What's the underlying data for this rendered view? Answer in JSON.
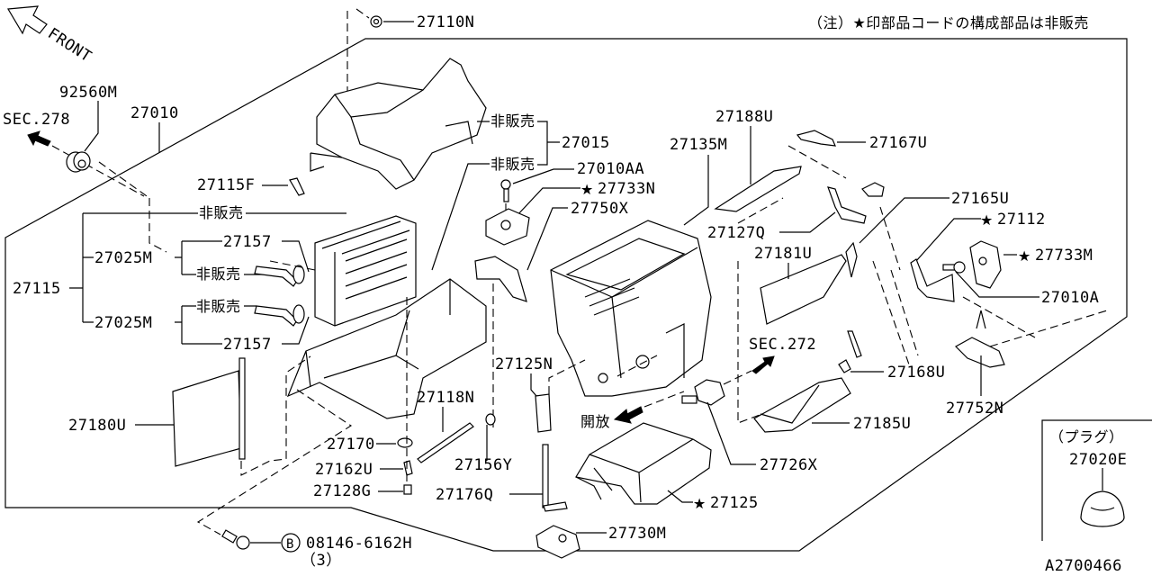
{
  "diagram": {
    "front_label": "FRONT",
    "note": "（注）★印部品コードの構成部品は非販売",
    "drawing_id": "A2700466",
    "open_label": "開放",
    "star": "★",
    "plug_box": {
      "title": "（プラグ）",
      "part": "27020E"
    },
    "bolt": {
      "circle_letter": "B",
      "part": "08146-6162H",
      "qty": "（3）"
    },
    "labels": {
      "sec278": "SEC.278",
      "sec272": "SEC.272",
      "p92560M": "92560M",
      "p27010": "27010",
      "p27110N": "27110N",
      "p27115F": "27115F",
      "p27115": "27115",
      "p27025M_a": "27025M",
      "p27025M_b": "27025M",
      "p27157_a": "27157",
      "p27157_b": "27157",
      "hihan_1": "非販売",
      "hihan_2": "非販売",
      "hihan_3": "非販売",
      "hihan_4": "非販売",
      "hihan_5": "非販売",
      "p27015": "27015",
      "p27010AA": "27010AA",
      "p27733N": "27733N",
      "p27750X": "27750X",
      "p27188U": "27188U",
      "p27135M": "27135M",
      "p27167U": "27167U",
      "p27165U": "27165U",
      "p27127Q": "27127Q",
      "p27112": "27112",
      "p27733M": "27733M",
      "p27181U": "27181U",
      "p27010A": "27010A",
      "p27168U": "27168U",
      "p27752N": "27752N",
      "p27185U": "27185U",
      "p27726X": "27726X",
      "p27125N": "27125N",
      "p27125": "27125",
      "p27118N": "27118N",
      "p27156Y": "27156Y",
      "p27170": "27170",
      "p27162U": "27162U",
      "p27128G": "27128G",
      "p27176Q": "27176Q",
      "p27730M": "27730M",
      "p27180U": "27180U"
    }
  }
}
